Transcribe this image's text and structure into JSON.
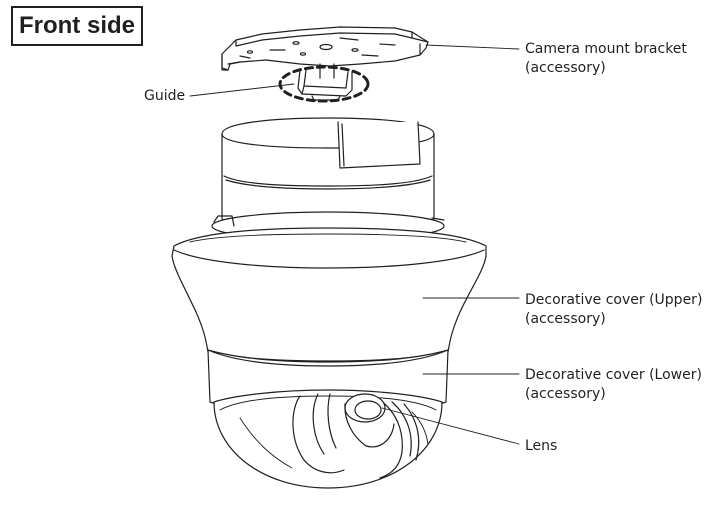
{
  "title": "Front side",
  "labels": {
    "bracket": {
      "line1": "Camera mount bracket",
      "line2": "(accessory)"
    },
    "guide": {
      "line1": "Guide"
    },
    "cover_upper": {
      "line1": "Decorative cover (Upper)",
      "line2": "(accessory)"
    },
    "cover_lower": {
      "line1": "Decorative cover (Lower)",
      "line2": "(accessory)"
    },
    "lens": {
      "line1": "Lens"
    }
  },
  "colors": {
    "line": "#231f20",
    "background": "#ffffff"
  }
}
